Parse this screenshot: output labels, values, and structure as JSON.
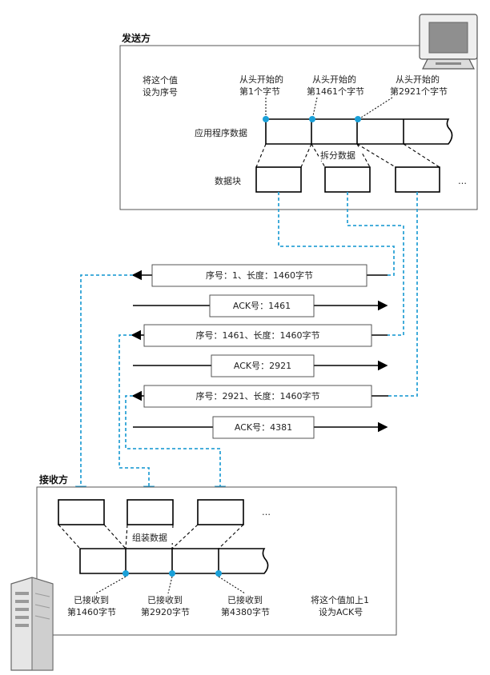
{
  "sender": {
    "title": "发送方",
    "note": [
      "将这个值",
      "设为序号"
    ],
    "offset_labels": [
      [
        "从头开始的",
        "第1个字节"
      ],
      [
        "从头开始的",
        "第1461个字节"
      ],
      [
        "从头开始的",
        "第2921个字节"
      ]
    ],
    "app_data_label": "应用程序数据",
    "split_label": "拆分数据",
    "blocks_label": "数据块",
    "ellipsis": "…"
  },
  "packets": [
    {
      "direction": "left",
      "text": "序号：1、长度：1460字节"
    },
    {
      "direction": "right",
      "text": "ACK号：1461"
    },
    {
      "direction": "left",
      "text": "序号：1461、长度：1460字节"
    },
    {
      "direction": "right",
      "text": "ACK号：2921"
    },
    {
      "direction": "left",
      "text": "序号：2921、长度：1460字节"
    },
    {
      "direction": "right",
      "text": "ACK号：4381"
    }
  ],
  "receiver": {
    "title": "接收方",
    "assemble_label": "组装数据",
    "ellipsis": "…",
    "received_labels": [
      [
        "已接收到",
        "第1460字节"
      ],
      [
        "已接收到",
        "第2920字节"
      ],
      [
        "已接收到",
        "第4380字节"
      ]
    ],
    "note": [
      "将这个值加上1",
      "设为ACK号"
    ]
  },
  "colors": {
    "dot": "#1aa0d8",
    "dotted_line": "#2ea3d6",
    "line": "#000000"
  },
  "icons": [
    "computer-icon",
    "server-icon"
  ]
}
